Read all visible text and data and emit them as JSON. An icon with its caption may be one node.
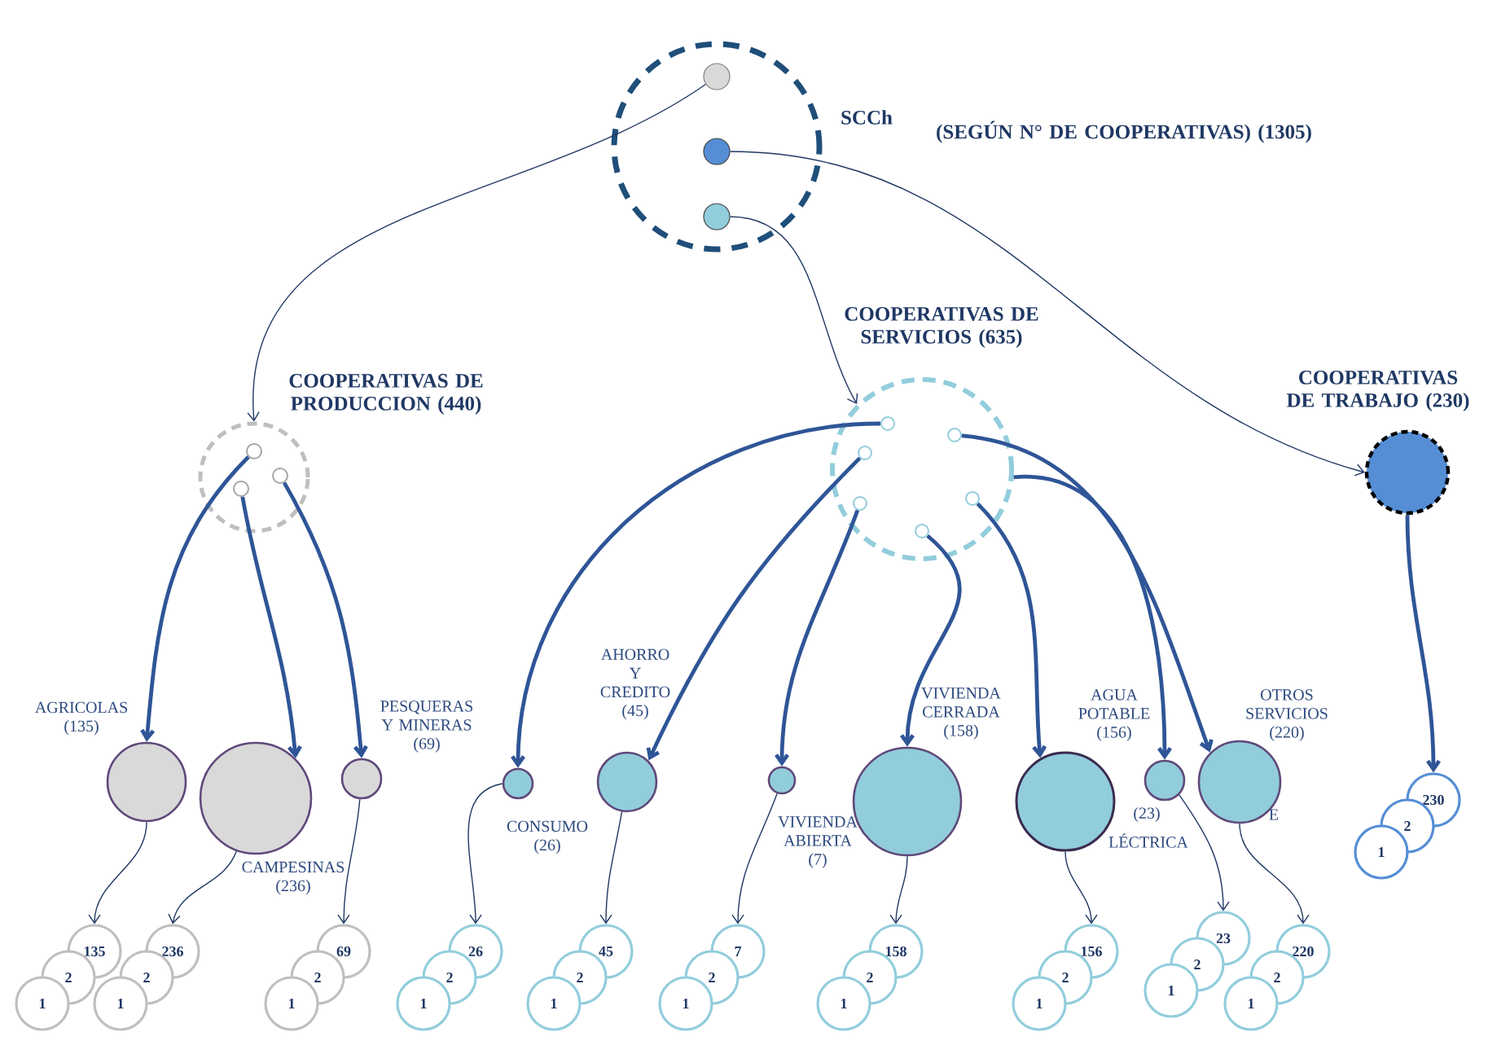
{
  "diagram": {
    "nodes": [
      {
        "text": [
          "SCCh"
        ]
      },
      {
        "text": [],
        "shape": "circle",
        "in": 0
      },
      {
        "text": [],
        "shape": "circle",
        "in": 0
      },
      {
        "text": [],
        "shape": "circle",
        "in": 0
      },
      {
        "text": [
          "COOPERATIVAS DE PRODUCCION (440)"
        ]
      },
      {
        "text": [],
        "shape": "circle",
        "in": 4
      },
      {
        "text": [],
        "shape": "circle",
        "in": 4
      },
      {
        "text": [],
        "shape": "circle",
        "in": 4
      },
      {
        "text": [
          "COOPERATIVAS DE SERVICIOS (635)"
        ]
      },
      {
        "text": [],
        "shape": "circle",
        "in": 8
      },
      {
        "text": [],
        "shape": "circle",
        "in": 8
      },
      {
        "text": [],
        "shape": "circle",
        "in": 8
      },
      {
        "text": [],
        "shape": "circle",
        "in": 8
      },
      {
        "text": [],
        "shape": "circle",
        "in": 8
      },
      {
        "text": [],
        "shape": "circle",
        "in": 8
      },
      {
        "text": [
          "COOPERATIVAS DE TRABAJO (230)"
        ]
      },
      {
        "text": [
          "AGRICOLAS (135)"
        ]
      },
      {
        "text": [
          "CAMPESINAS (236)"
        ]
      },
      {
        "text": [
          "PESQUERAS Y MINERAS (69)"
        ]
      },
      {
        "text": [
          "CONSUMO (26)"
        ]
      },
      {
        "text": [
          "AHORRO Y CREDITO (45)"
        ]
      },
      {
        "text": [
          "VIVIENDA ABIERTA (7)"
        ]
      },
      {
        "text": [
          "VIVIENDA CERRADA (158)"
        ]
      },
      {
        "text": [
          "AGUA POTABLE (156)"
        ]
      },
      {
        "text": [
          "(23)",
          "LÉCTRICA"
        ]
      },
      {
        "text": [
          "OTROS SERVICIOS (220)"
        ]
      },
      {
        "text": [
          "135"
        ]
      },
      {
        "text": [
          "2"
        ]
      },
      {
        "text": [
          "1"
        ]
      },
      {
        "text": [
          "236"
        ]
      },
      {
        "text": [
          "2"
        ]
      },
      {
        "text": [
          "1"
        ]
      },
      {
        "text": [
          "69"
        ]
      },
      {
        "text": [
          "2"
        ]
      },
      {
        "text": [
          "1"
        ]
      },
      {
        "text": [
          "26"
        ]
      },
      {
        "text": [
          "2"
        ]
      },
      {
        "text": [
          "1"
        ]
      },
      {
        "text": [
          "45"
        ]
      },
      {
        "text": [
          "2"
        ]
      },
      {
        "text": [
          "1"
        ]
      },
      {
        "text": [
          "7"
        ]
      },
      {
        "text": [
          "2"
        ]
      },
      {
        "text": [
          "1"
        ]
      },
      {
        "text": [
          "158"
        ]
      },
      {
        "text": [
          "2"
        ]
      },
      {
        "text": [
          "1"
        ]
      },
      {
        "text": [
          "156"
        ]
      },
      {
        "text": [
          "2"
        ]
      },
      {
        "text": [
          "1"
        ]
      },
      {
        "text": [
          "23"
        ]
      },
      {
        "text": [
          "2"
        ]
      },
      {
        "text": [
          "1"
        ]
      },
      {
        "text": [
          "220"
        ]
      },
      {
        "text": [
          "2"
        ]
      },
      {
        "text": [
          "1"
        ]
      },
      {
        "text": [
          "230"
        ]
      },
      {
        "text": [
          "2"
        ]
      },
      {
        "text": [
          "1"
        ]
      }
    ],
    "edges": [
      {
        "from": 1,
        "to": 4,
        "arrow": "to"
      },
      {
        "from": 3,
        "to": 8,
        "arrow": "to"
      },
      {
        "from": 2,
        "to": 15,
        "arrow": "to"
      },
      {
        "from": 5,
        "to": 16,
        "arrow": "to",
        "style": "thick"
      },
      {
        "from": 6,
        "to": 17,
        "arrow": "to",
        "style": "thick"
      },
      {
        "from": 7,
        "to": 18,
        "arrow": "to",
        "style": "thick"
      },
      {
        "from": 9,
        "to": 19,
        "arrow": "to",
        "style": "thick"
      },
      {
        "from": 11,
        "to": 20,
        "arrow": "to",
        "style": "thick"
      },
      {
        "from": 12,
        "to": 21,
        "arrow": "to",
        "style": "thick"
      },
      {
        "from": 14,
        "to": 22,
        "arrow": "to",
        "style": "thick"
      },
      {
        "from": 13,
        "to": 23,
        "arrow": "to",
        "style": "thick"
      },
      {
        "from": 8,
        "to": 24,
        "arrow": "to",
        "style": "thick"
      },
      {
        "from": 10,
        "to": 25,
        "arrow": "to",
        "style": "thick"
      },
      {
        "from": 15,
        "to": 56,
        "arrow": "to",
        "style": "thick"
      },
      {
        "from": 16,
        "to": 26,
        "arrow": "to"
      },
      {
        "from": 17,
        "to": 29,
        "arrow": "to"
      },
      {
        "from": 18,
        "to": 32,
        "arrow": "to"
      },
      {
        "from": 19,
        "to": 35,
        "arrow": "to"
      },
      {
        "from": 20,
        "to": 38,
        "arrow": "to"
      },
      {
        "from": 21,
        "to": 41,
        "arrow": "to"
      },
      {
        "from": 22,
        "to": 44,
        "arrow": "to"
      },
      {
        "from": 23,
        "to": 47,
        "arrow": "to"
      },
      {
        "from": 24,
        "to": 50,
        "arrow": "to"
      },
      {
        "from": 25,
        "to": 53,
        "arrow": "to"
      }
    ],
    "labels": [
      "(SEGÚN N° DE COOPERATIVAS) (1305)",
      "E"
    ]
  }
}
